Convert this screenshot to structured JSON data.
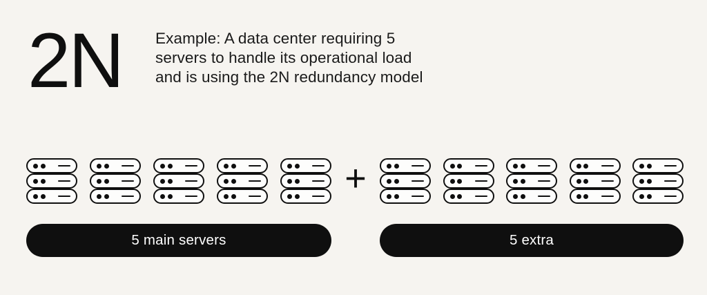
{
  "theme": {
    "bg": "#f6f4f0",
    "ink": "#0f0f0f",
    "server_fill": "#fdfdfc",
    "pill_text": "#ffffff"
  },
  "header": {
    "model_label": "2N",
    "description_lines": [
      "Example: A data center requiring 5",
      "servers to handle its operational load",
      "and is using the 2N redundancy model"
    ]
  },
  "diagram": {
    "plus_sign": "+",
    "server_icon": {
      "name": "server-rack-icon",
      "rows_per_server": 3,
      "dots_per_row": 2,
      "dashes_per_row": 1
    },
    "groups": [
      {
        "id": "main",
        "server_count": 5,
        "label": "5 main servers"
      },
      {
        "id": "extra",
        "server_count": 5,
        "label": "5 extra"
      }
    ]
  }
}
